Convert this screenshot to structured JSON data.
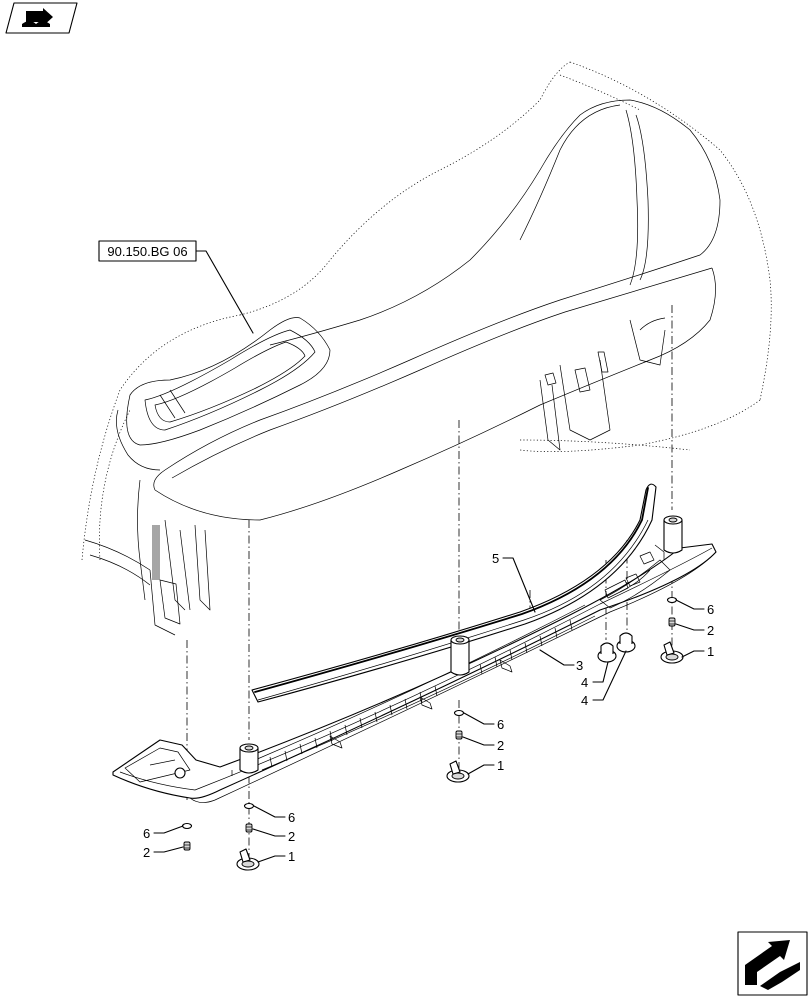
{
  "reference_box": {
    "text": "90.150.BG 06"
  },
  "callouts": {
    "c5": "5",
    "c3": "3",
    "c4a": "4",
    "c4b": "4",
    "r_6": "6",
    "r_2": "2",
    "r_1": "1",
    "m_6": "6",
    "m_2": "2",
    "m_1": "1",
    "l_6": "6",
    "l_2": "2",
    "f_6": "6",
    "f_2": "2",
    "f_1": "1"
  },
  "icons": {
    "top_left": "book-arrow-icon",
    "bottom_right": "next-page-arrow-icon"
  }
}
